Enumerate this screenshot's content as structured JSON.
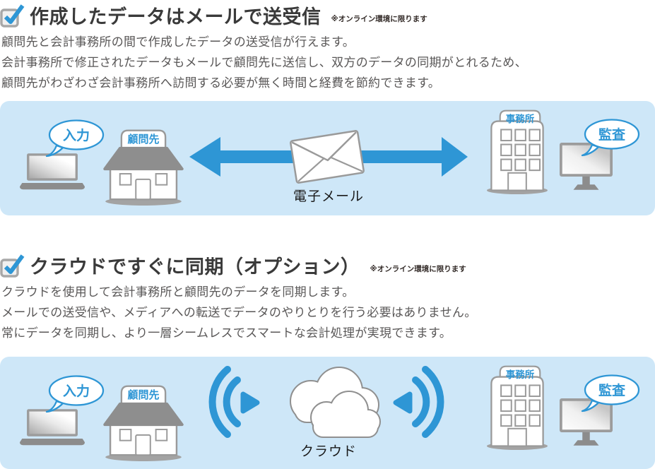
{
  "colors": {
    "banner_bg": "#cee7f8",
    "accent_blue": "#2e96d5",
    "icon_gray": "#9a9a9a",
    "heading_text": "#3a3a3a",
    "body_text": "#595757",
    "note_text": "#332b28"
  },
  "section_mail": {
    "heading": "作成したデータはメールで送受信",
    "note": "※オンライン環境に限ります",
    "body": [
      "顧問先と会計事務所の間で作成したデータの送受信が行えます。",
      "会計事務所で修正されたデータもメールで顧問先に送信し、双方のデータの同期がとれるため、",
      "顧問先がわざわざ会計事務所へ訪問する必要が無く時間と経費を節約できます。"
    ],
    "diagram": {
      "input_bubble": "入力",
      "client_sign": "顧問先",
      "center_label": "電子メール",
      "office_sign": "事務所",
      "audit_bubble": "監査"
    }
  },
  "section_cloud": {
    "heading": "クラウドですぐに同期（オプション）",
    "note": "※オンライン環境に限ります",
    "body": [
      "クラウドを使用して会計事務所と顧問先のデータを同期します。",
      "メールでの送受信や、メディアへの転送でデータのやりとりを行う必要はありません。",
      "常にデータを同期し、より一層シームレスでスマートな会計処理が実現できます。"
    ],
    "diagram": {
      "input_bubble": "入力",
      "client_sign": "顧問先",
      "center_label": "クラウド",
      "office_sign": "事務所",
      "audit_bubble": "監査"
    }
  }
}
